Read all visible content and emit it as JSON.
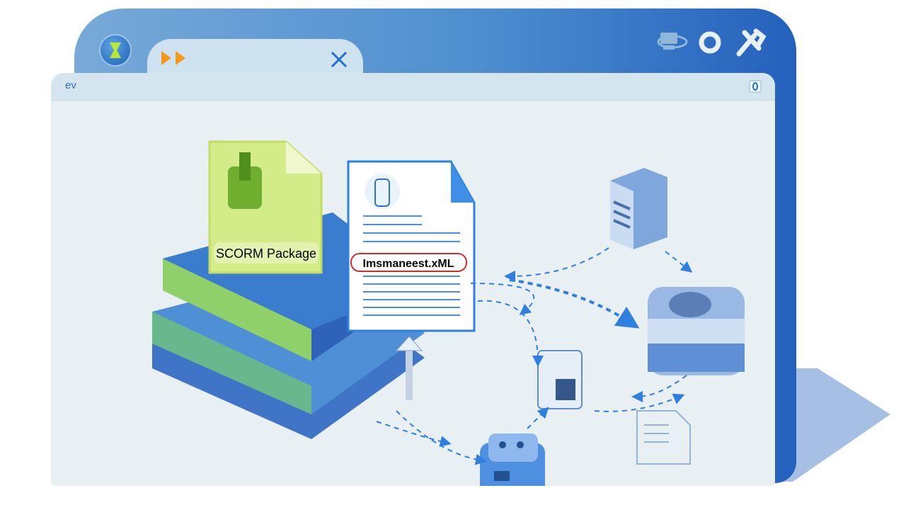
{
  "browser": {
    "tab_forward_icon": "double-play-icon",
    "tab_close_icon": "close-icon",
    "address_text": "ev",
    "toolbar_icons": [
      "monitor-icon",
      "circle-icon",
      "tools-icon"
    ]
  },
  "illustration": {
    "package_label": "SCORM Package",
    "manifest_label": "Imsmaneest.xML"
  },
  "colors": {
    "frame": "#2461bd",
    "package": "#c8e07a",
    "accent": "#f39a1e",
    "highlight": "#d62b2b"
  }
}
